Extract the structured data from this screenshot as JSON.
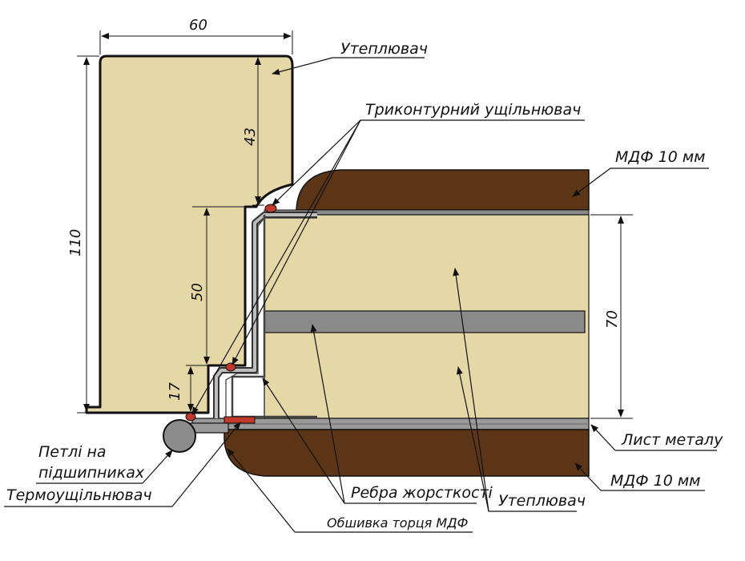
{
  "dimensions": {
    "frame_width": "60",
    "frame_height": "110",
    "dim_43": "43",
    "dim_50": "50",
    "dim_17": "17",
    "leaf_thickness": "70"
  },
  "labels": {
    "insulation_top": "Утеплювач",
    "triple_seal": "Триконтурний   ущільнювач",
    "mdf_top": "МДФ 10 мм",
    "metal_sheet": "Лист металу",
    "mdf_bottom": "МДФ 10 мм",
    "insulation_bottom": "Утеплювач",
    "stiffening_ribs": "Ребра жорсткості",
    "end_cladding": "Обшивка торця МДФ",
    "thermal_seal": "Термоущільнювач",
    "hinges_line1": "Петлі на",
    "hinges_line2": "підшипниках"
  },
  "colors": {
    "insulation": "#e6d8a6",
    "mdf": "#5b3515",
    "metal": "#8a8a8a",
    "seal": "#c0392b"
  }
}
